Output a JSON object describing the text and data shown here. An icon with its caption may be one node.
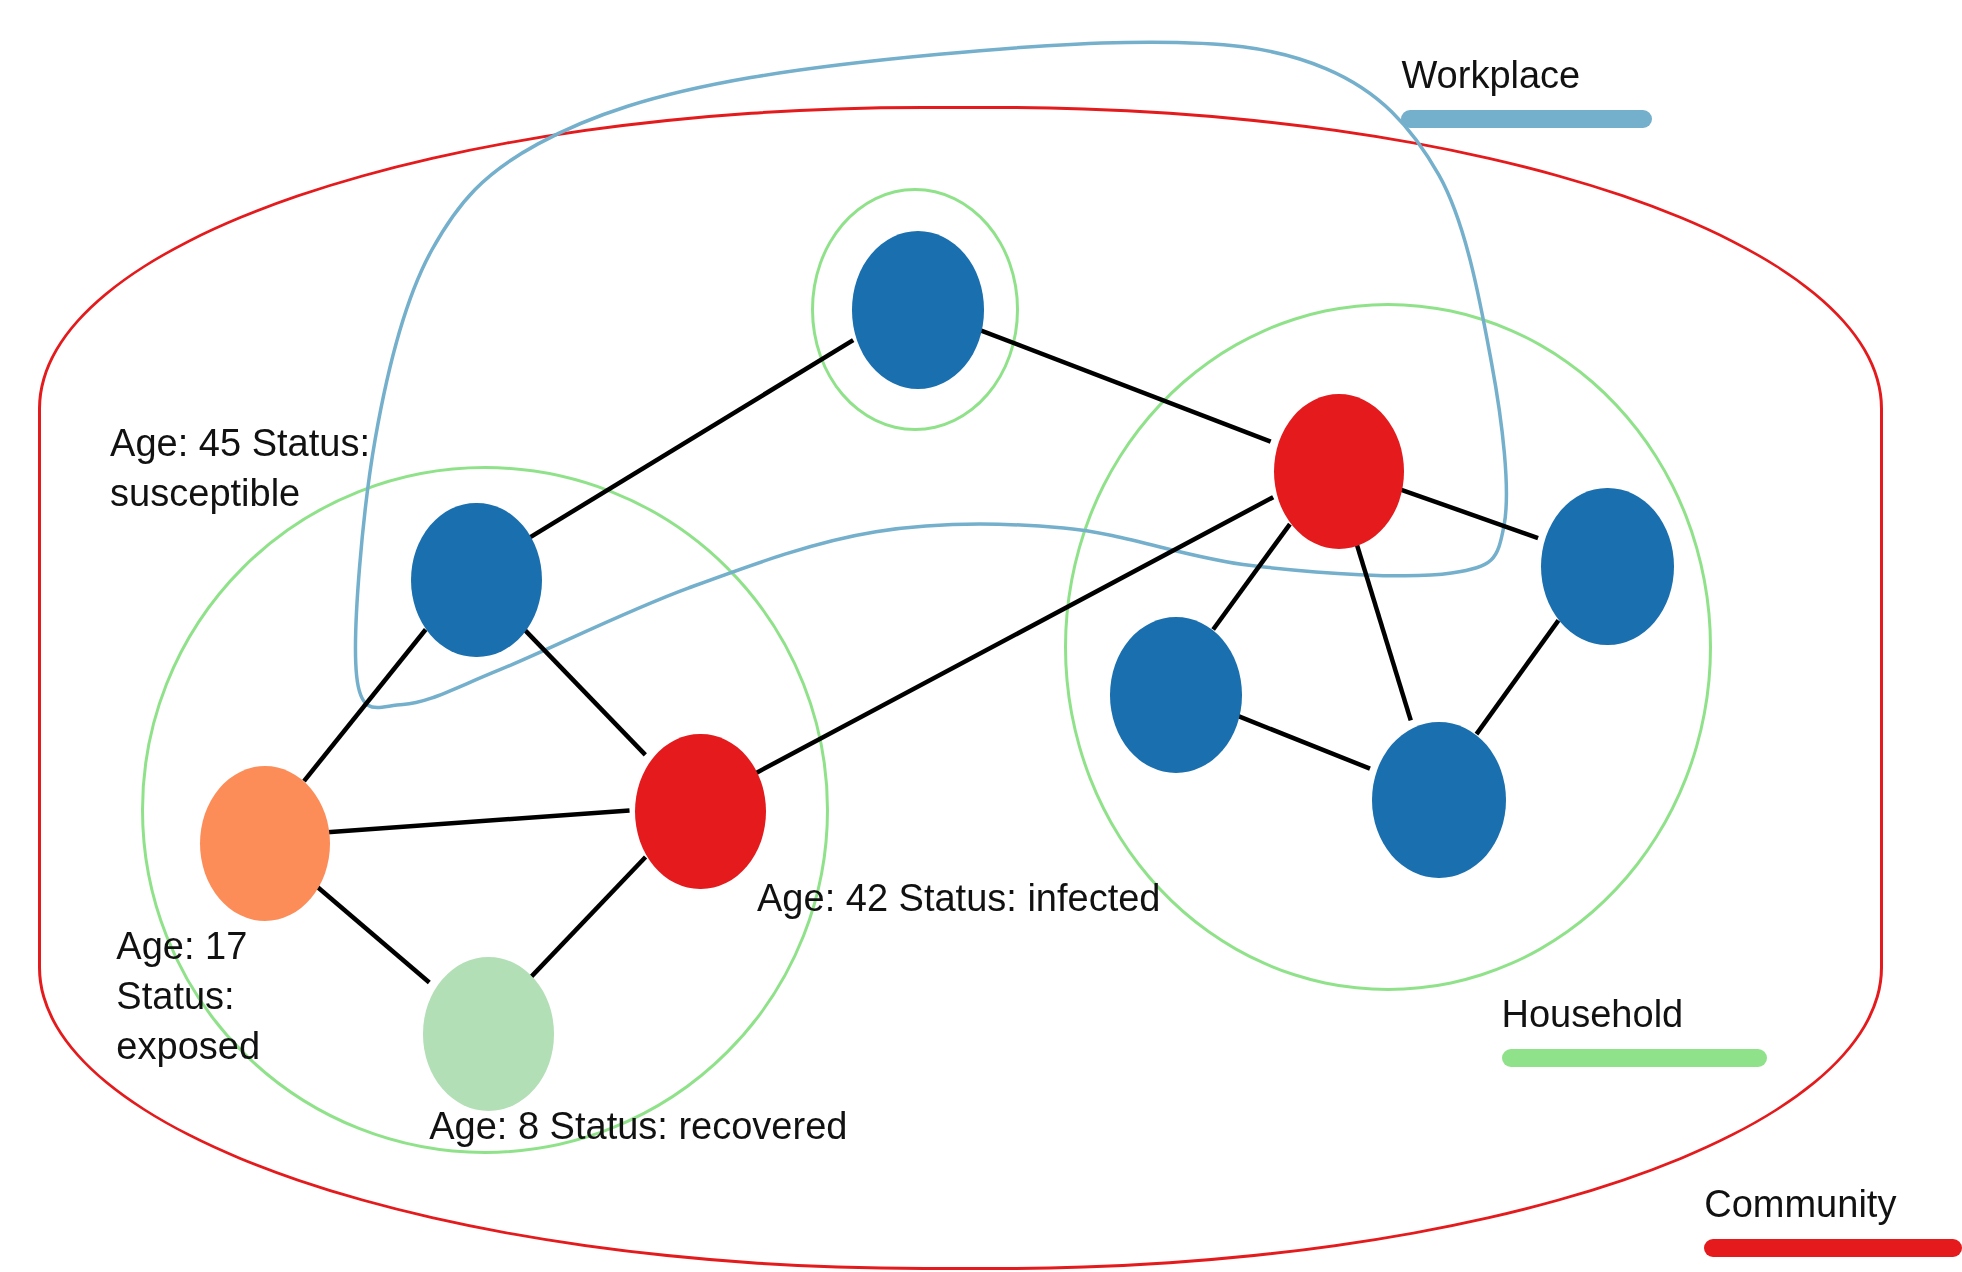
{
  "diagram": {
    "nodes": [
      {
        "text": [],
        "shape": "ellipse"
      },
      {
        "text": [],
        "shape": "circle",
        "in": 0
      },
      {
        "text": [],
        "shape": "circle",
        "in": 0
      },
      {
        "text": [],
        "shape": "circle",
        "in": 0
      },
      {
        "text": [],
        "shape": "circle",
        "in": 1
      },
      {
        "text": [],
        "shape": "circle",
        "in": 2,
        "beside": [
          "Age: 45 Status: susceptible"
        ]
      },
      {
        "text": [],
        "shape": "circle",
        "in": 2,
        "beside": [
          "Age: 17 Status: exposed"
        ]
      },
      {
        "text": [],
        "shape": "circle",
        "in": 2,
        "beside": [
          "Age: 42 Status: infected"
        ]
      },
      {
        "text": [],
        "shape": "circle",
        "in": 2,
        "beside": [
          "Age: 8 Status: recovered"
        ]
      },
      {
        "text": [],
        "shape": "circle",
        "in": 3
      },
      {
        "text": [],
        "shape": "circle",
        "in": 3
      },
      {
        "text": [],
        "shape": "circle",
        "in": 3
      },
      {
        "text": [],
        "shape": "circle",
        "in": 3
      }
    ],
    "edges": [
      {
        "from": 5,
        "to": 4,
        "arrow": "none"
      },
      {
        "from": 4,
        "to": 9,
        "arrow": "none"
      },
      {
        "from": 5,
        "to": 6,
        "arrow": "none"
      },
      {
        "from": 5,
        "to": 7,
        "arrow": "none"
      },
      {
        "from": 6,
        "to": 7,
        "arrow": "none"
      },
      {
        "from": 6,
        "to": 8,
        "arrow": "none"
      },
      {
        "from": 8,
        "to": 7,
        "arrow": "none"
      },
      {
        "from": 7,
        "to": 9,
        "arrow": "none"
      },
      {
        "from": 9,
        "to": 10,
        "arrow": "none"
      },
      {
        "from": 9,
        "to": 11,
        "arrow": "none"
      },
      {
        "from": 9,
        "to": 12,
        "arrow": "none"
      },
      {
        "from": 11,
        "to": 12,
        "arrow": "none"
      },
      {
        "from": 10,
        "to": 12,
        "arrow": "none"
      }
    ],
    "legend": [
      {
        "text": "Workplace",
        "color": "#74afcc"
      },
      {
        "text": "Household",
        "color": "#90e28a"
      },
      {
        "text": "Community",
        "color": "#e41a1c"
      }
    ]
  }
}
